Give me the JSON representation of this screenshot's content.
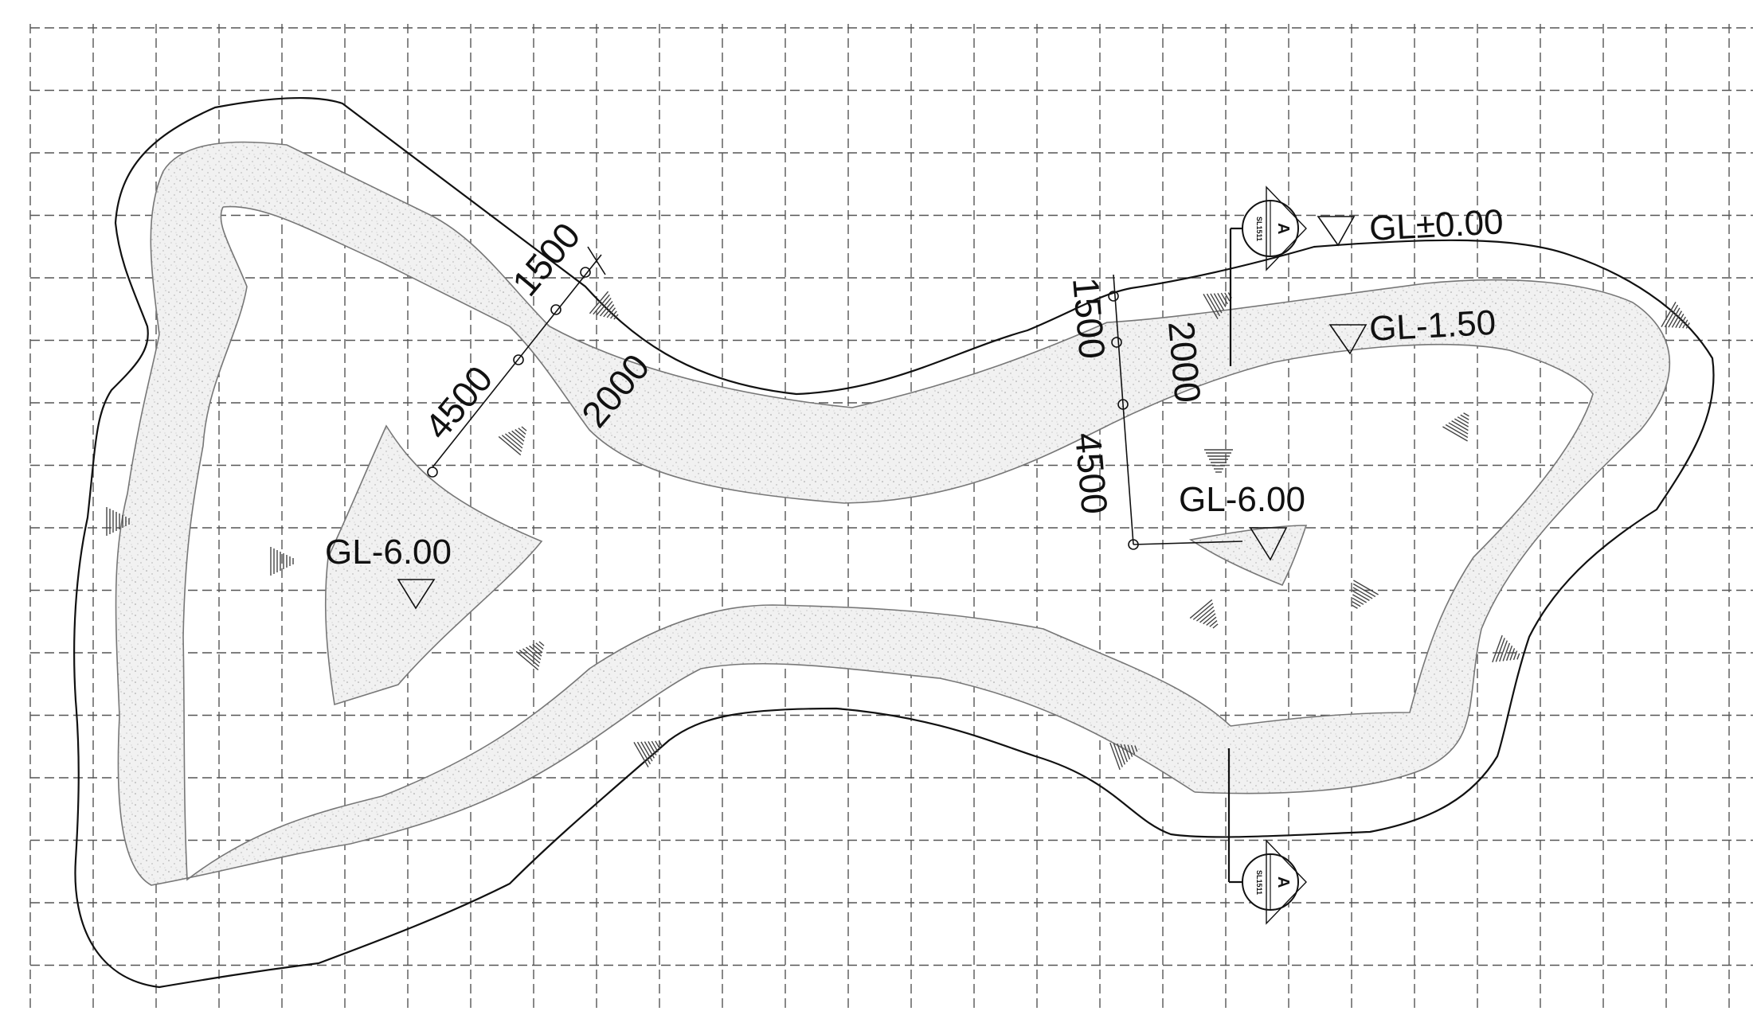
{
  "drawing": {
    "levels": {
      "ground": "GL±0.00",
      "path": "GL-1.50",
      "basin_left": "GL-6.00",
      "basin_right": "GL-6.00"
    },
    "dimensions": {
      "left_outer": "1500",
      "left_path": "2000",
      "left_slope": "4500",
      "right_outer": "1500",
      "right_path": "2000",
      "right_slope": "4500"
    },
    "section_markers": [
      {
        "letter": "A",
        "sheet": "SL1511"
      },
      {
        "letter": "A",
        "sheet": "SL1511"
      }
    ],
    "colors": {
      "line": "#111111",
      "inner_line": "#777777",
      "stipple_fill": "#ececec",
      "grid": "#555555"
    }
  }
}
